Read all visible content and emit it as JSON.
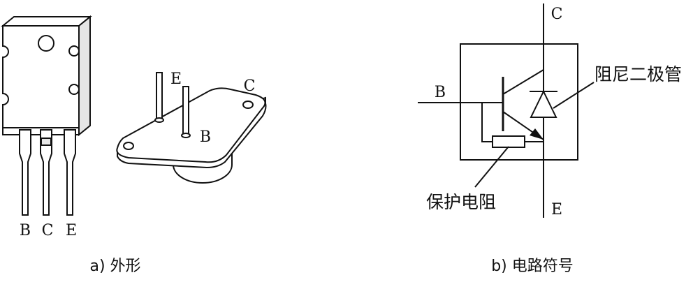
{
  "panel_a": {
    "caption": "a) 外形",
    "package1_labels": {
      "b": "B",
      "c": "C",
      "e": "E"
    },
    "package2_labels": {
      "e": "E",
      "b": "B",
      "c": "C"
    }
  },
  "panel_b": {
    "caption": "b) 电路符号",
    "terminal_c": "C",
    "terminal_b": "B",
    "terminal_e": "E",
    "damper_diode_label": "阻尼二极管",
    "protection_resistor_label": "保护电阻"
  }
}
